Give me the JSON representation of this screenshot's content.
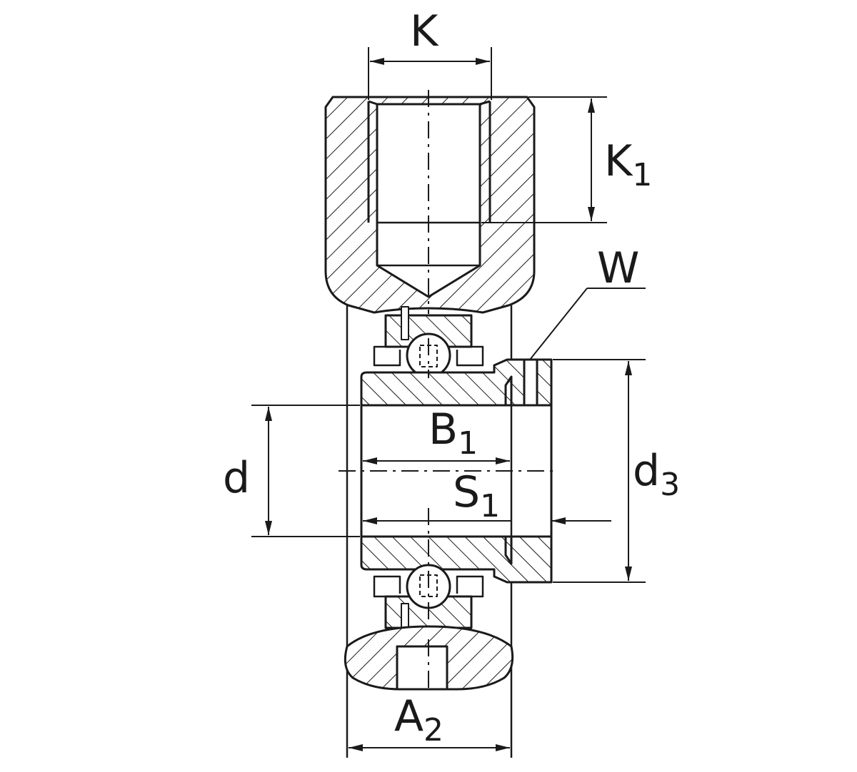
{
  "labels": {
    "K": {
      "main": "K",
      "sub": ""
    },
    "K1": {
      "main": "K",
      "sub": "1"
    },
    "W": {
      "main": "W",
      "sub": ""
    },
    "B1": {
      "main": "B",
      "sub": "1"
    },
    "d": {
      "main": "d",
      "sub": ""
    },
    "d3": {
      "main": "d",
      "sub": "3"
    },
    "S1": {
      "main": "S",
      "sub": "1"
    },
    "A2": {
      "main": "A",
      "sub": "2"
    }
  },
  "colors": {
    "line": "#1a1a1a",
    "background": "#ffffff"
  }
}
